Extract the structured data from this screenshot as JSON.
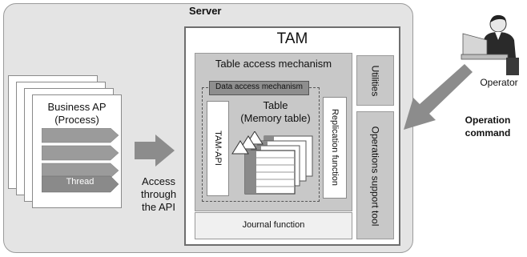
{
  "server": {
    "title": "Server"
  },
  "business_ap": {
    "title_line1": "Business AP",
    "title_line2": "(Process)",
    "thread_label": "Thread"
  },
  "access": {
    "line1": "Access",
    "line2": "through",
    "line3": "the API"
  },
  "tam": {
    "title": "TAM",
    "table_access_mechanism": "Table access mechanism",
    "data_access_mechanism": "Data access mechanism",
    "tam_api": "TAM-API",
    "table_line1": "Table",
    "table_line2": "(Memory  table)",
    "replication_function": "Replication  function",
    "journal_function": "Journal  function",
    "utilities": "Utilities",
    "operations_support_tool": "Operations support tool"
  },
  "operator": {
    "label": "Operator",
    "command_line1": "Operation",
    "command_line2": "command"
  },
  "colors": {
    "panel": "#e4e4e4",
    "inner": "#c8c8c8",
    "arrow": "#8c8c8c",
    "dark": "#555555"
  }
}
